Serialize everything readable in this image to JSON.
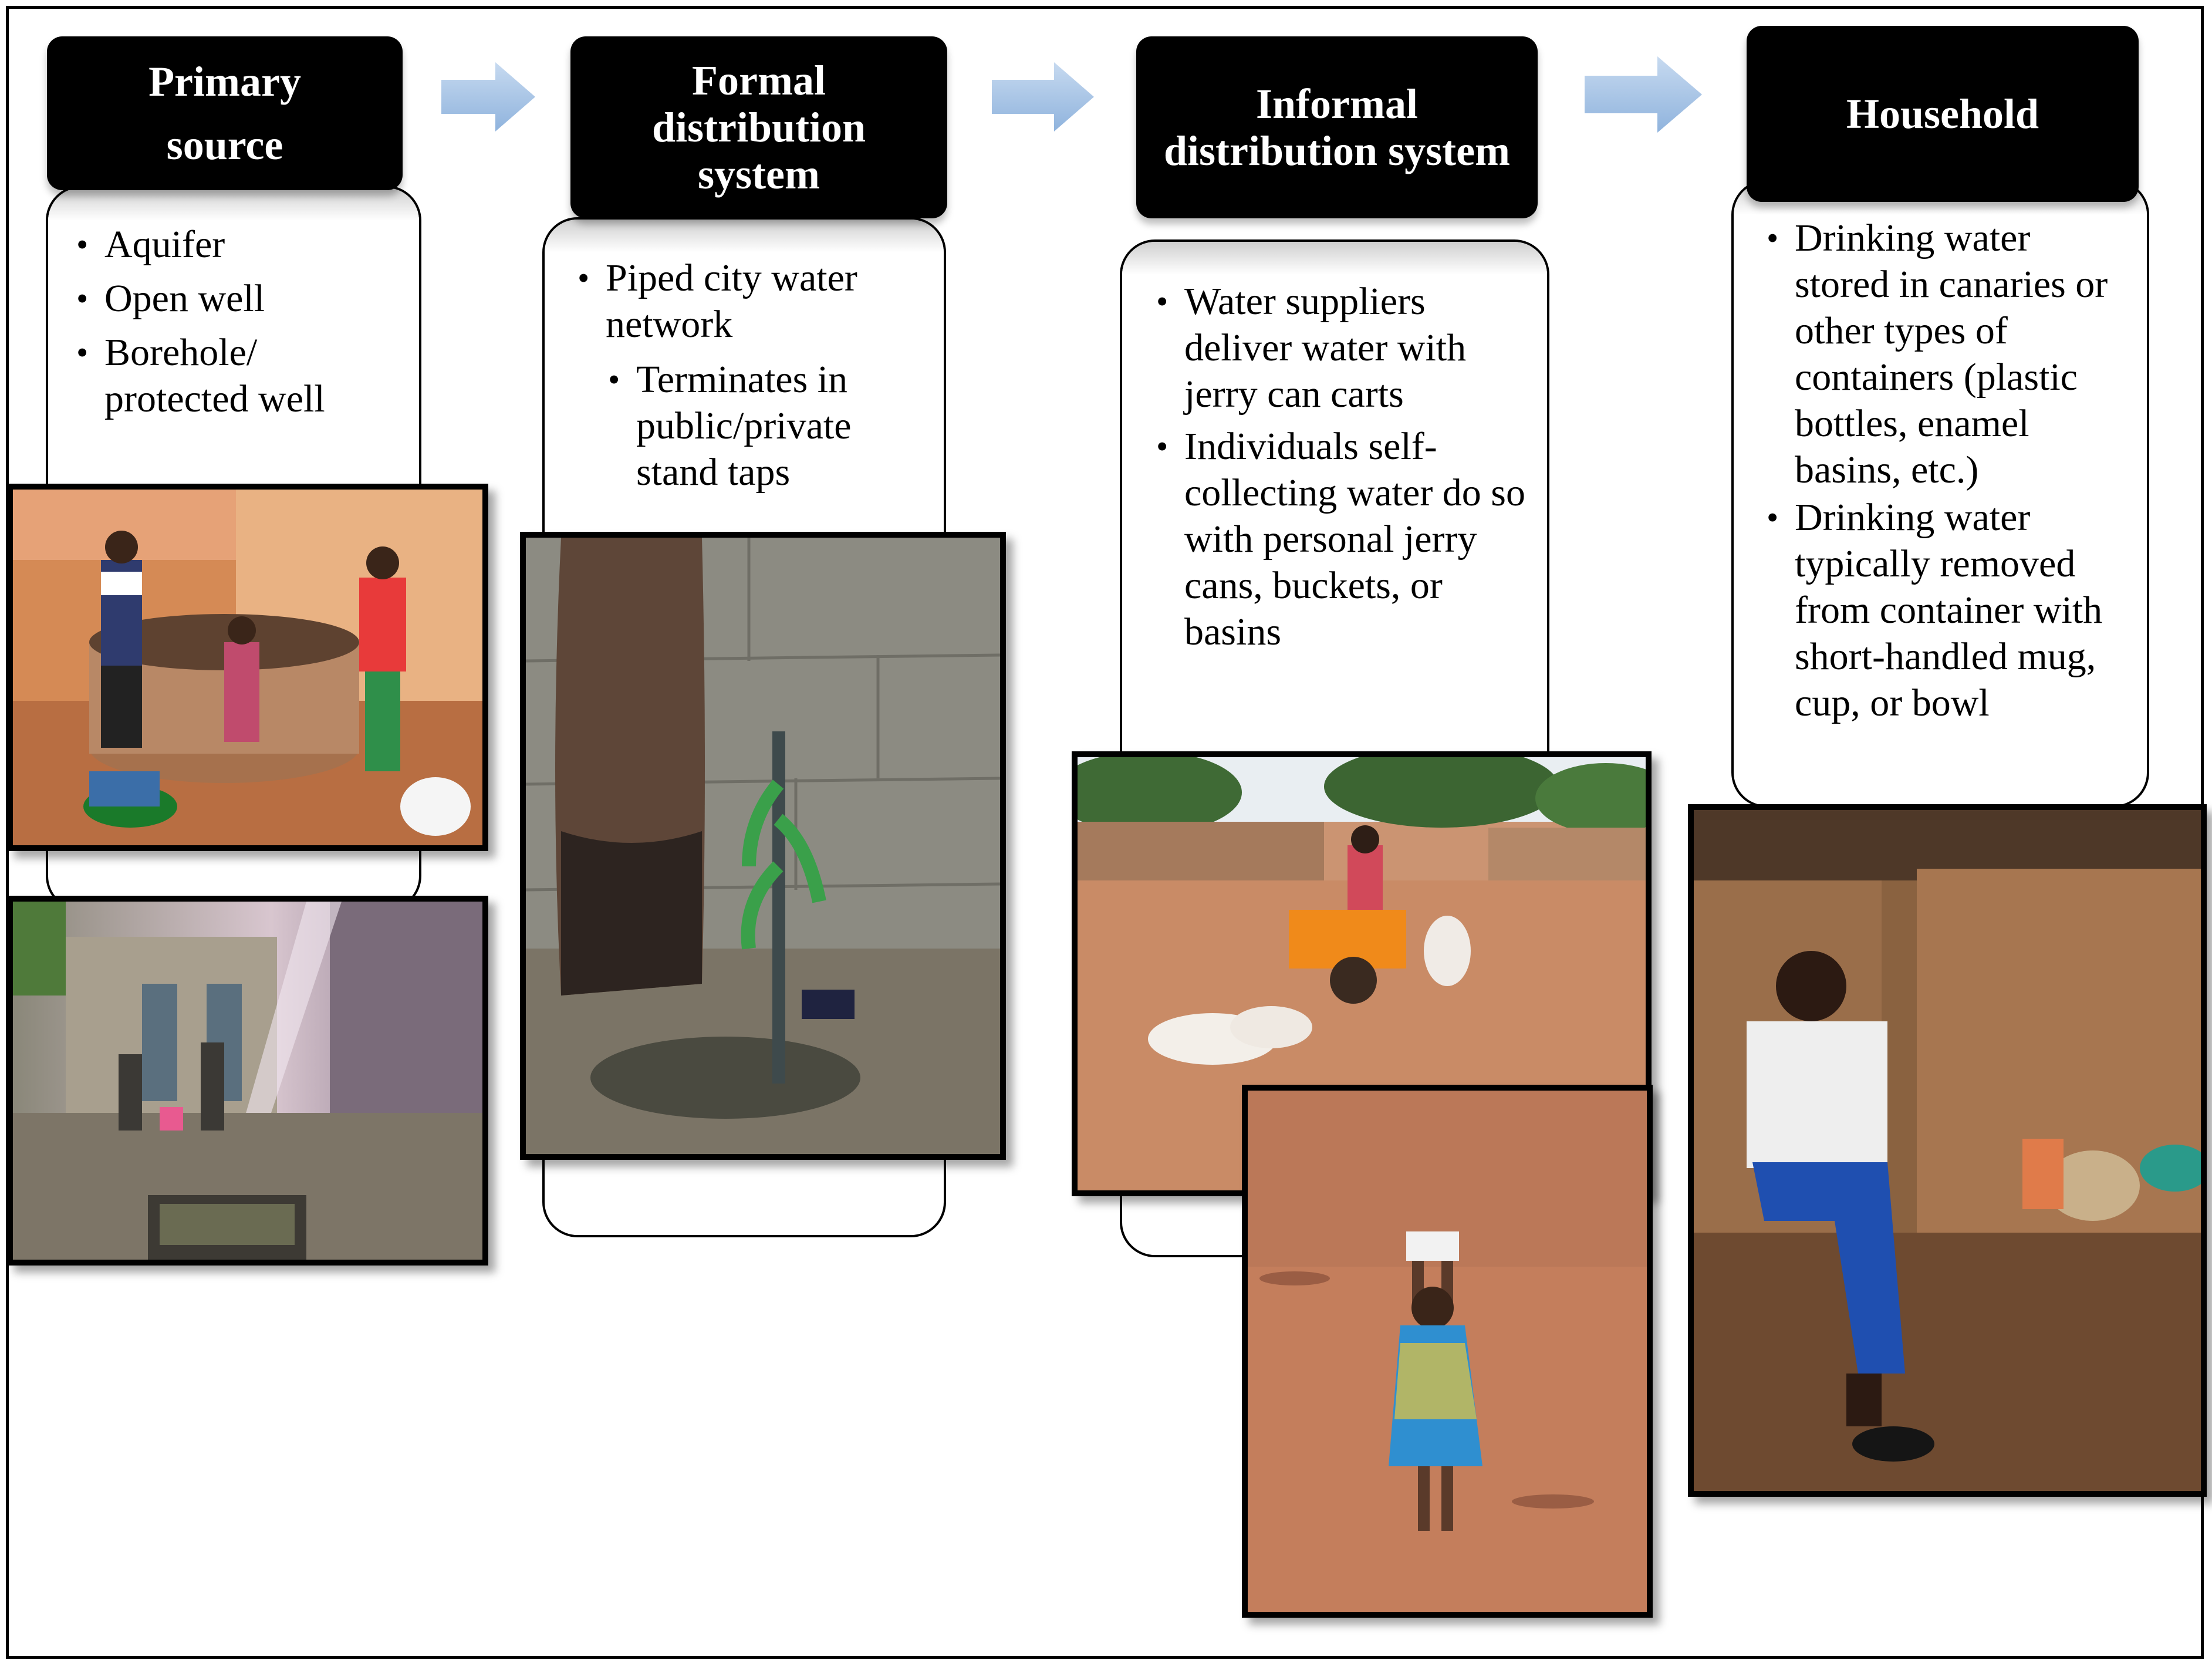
{
  "stages": [
    {
      "title_lines": [
        "Primary",
        "source"
      ],
      "bullets": [
        "Aquifer",
        "Open well",
        "Borehole/ protected well"
      ]
    },
    {
      "title_lines": [
        "Formal",
        "distribution",
        "system"
      ],
      "bullets": [
        "Piped city water network"
      ],
      "sub_bullets": [
        "Terminates in public/private stand taps"
      ]
    },
    {
      "title_lines": [
        "Informal",
        "distribution system"
      ],
      "bullets": [
        "Water suppliers deliver water with jerry can carts",
        "Individuals self-collecting water do so with personal jerry cans, buckets, or basins"
      ]
    },
    {
      "title_lines": [
        "Household"
      ],
      "bullets": [
        "Drinking water stored in canaries or other types of containers (plastic bottles, enamel basins, etc.)",
        "Drinking water typically removed from container with short-handled mug, cup, or bowl"
      ]
    }
  ],
  "colors": {
    "header_bg": "#000000",
    "header_text": "#ffffff",
    "arrow_fill": "#a9c5e6",
    "frame": "#000000"
  },
  "icons": [
    "arrow-right-icon"
  ]
}
